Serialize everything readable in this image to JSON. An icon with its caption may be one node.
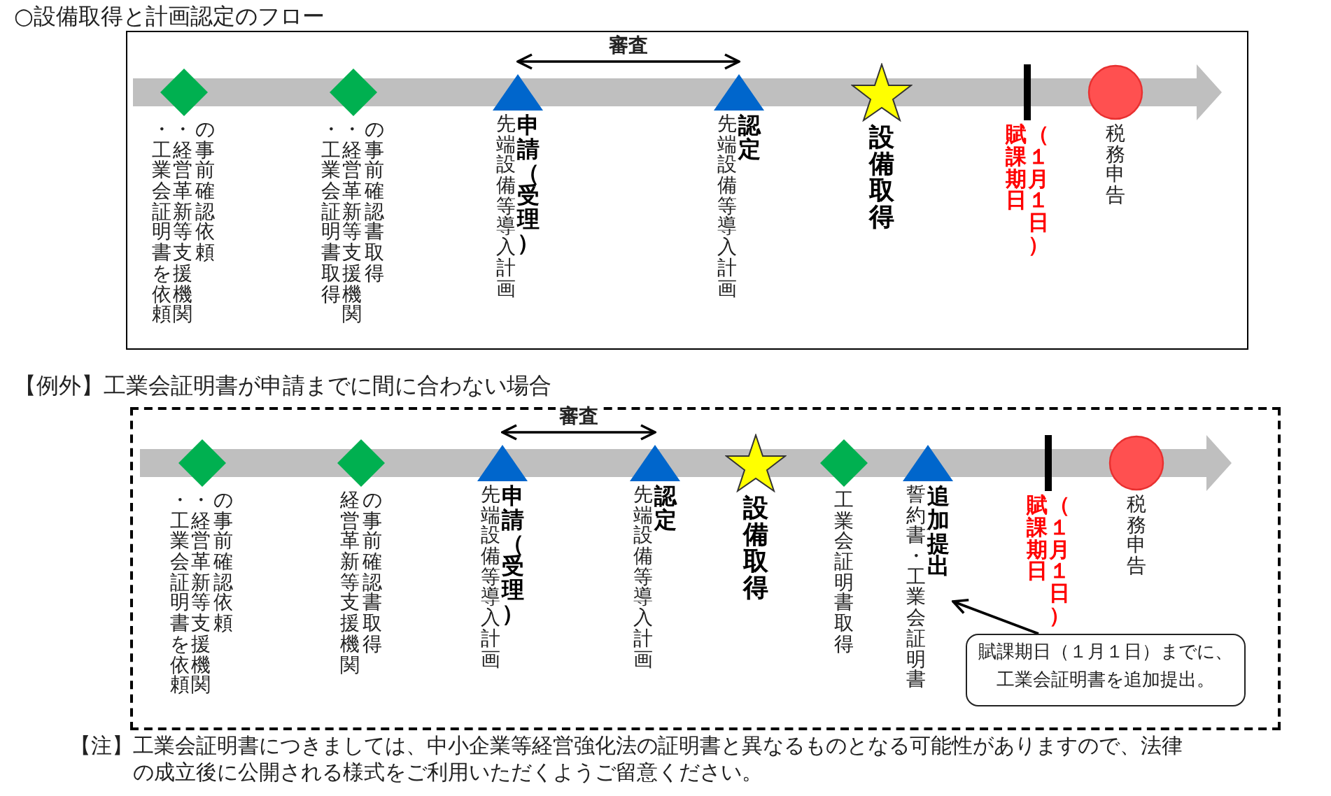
{
  "diagram": {
    "nodes": [
      {
        "text": [
          "○設備取得と計画認定のフロー"
        ]
      },
      {
        "text": [
          "・工業会証明書を依頼",
          "・経営革新等支援機関の事前確認依頼"
        ],
        "in": 0
      },
      {
        "text": [
          "・工業会証明書取得",
          "・経営革新等支援機関の事前確認書取得"
        ],
        "in": 0
      },
      {
        "text": [
          "先端設備等導入計画",
          "申請（受理）"
        ],
        "in": 0
      },
      {
        "text": [
          "先端設備等導入計画",
          "認定"
        ],
        "in": 0
      },
      {
        "text": [
          "設備取得"
        ],
        "in": 0
      },
      {
        "text": [
          "賦課期日",
          "（１月１日）"
        ],
        "in": 0
      },
      {
        "text": [
          "税務申告"
        ],
        "in": 0
      },
      {
        "text": [
          "【例外】工業会証明書が申請までに間に合わない場合"
        ]
      },
      {
        "text": [
          "・工業会証明書を依頼",
          "・経営革新等支援機関の事前確認依頼"
        ],
        "in": 8
      },
      {
        "text": [
          "経営革新等支援機関の事前確認書取得"
        ],
        "in": 8
      },
      {
        "text": [
          "先端設備等導入計画",
          "申請（受理）"
        ],
        "in": 8
      },
      {
        "text": [
          "先端設備等導入計画",
          "認定"
        ],
        "in": 8
      },
      {
        "text": [
          "設備取得"
        ],
        "in": 8
      },
      {
        "text": [
          "工業会証明書取得"
        ],
        "in": 8
      },
      {
        "text": [
          "誓約書・工業会証明書",
          "追加提出"
        ],
        "in": 8
      },
      {
        "text": [
          "賦課期日",
          "（１月１日）"
        ],
        "in": 8
      },
      {
        "text": [
          "税務申告"
        ],
        "in": 8
      },
      {
        "text": [
          "賦課期日（１月１日）までに、工業会証明書を追加提出。"
        ],
        "in": 8
      }
    ],
    "edges": [
      {
        "from": 3,
        "to": 4,
        "arrow": "both",
        "label": "審査"
      },
      {
        "from": 11,
        "to": 12,
        "arrow": "both",
        "label": "審査"
      },
      {
        "from": 18,
        "to": 15,
        "arrow": "to"
      }
    ],
    "labels": [
      "【注】工業会証明書につきましては、中小企業等経営強化法の証明書と異なるものとなる可能性がありますので、法律の成立後に公開される様式をご利用いただくようご留意ください。"
    ]
  }
}
